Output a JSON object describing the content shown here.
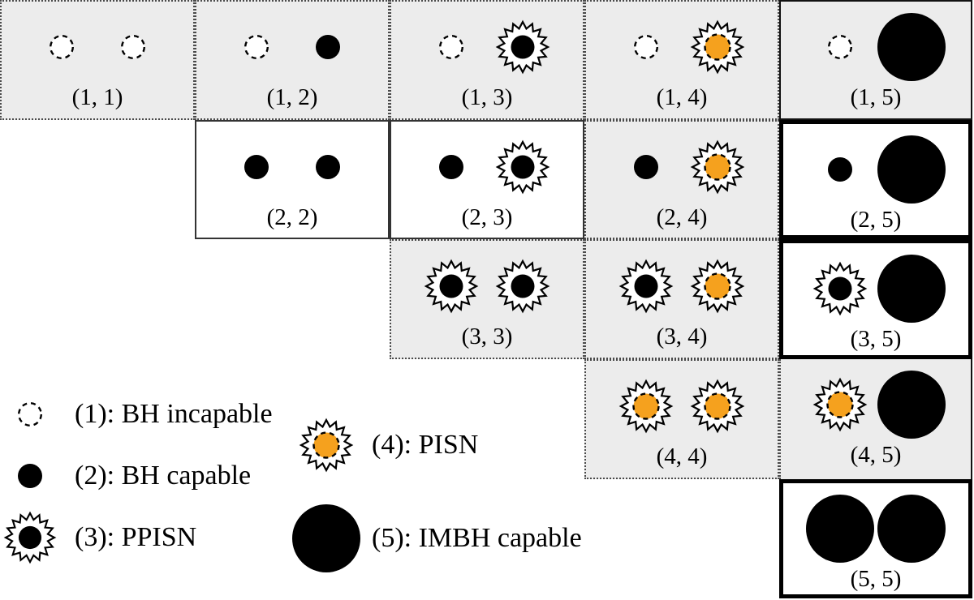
{
  "colors": {
    "cell_gray": "#ececec",
    "white": "#ffffff",
    "black": "#000000",
    "pisn_orange": "#f5a11e"
  },
  "symbols": {
    "bh_incapable": {
      "name": "bh-incapable-icon",
      "meaning": "(1): BH incapable",
      "shape": "dashed-circle"
    },
    "bh_capable": {
      "name": "bh-capable-icon",
      "meaning": "(2): BH capable",
      "shape": "small-black-circle"
    },
    "ppisn": {
      "name": "ppisn-icon",
      "meaning": "(3): PPISN",
      "shape": "starburst-black-core"
    },
    "pisn": {
      "name": "pisn-icon",
      "meaning": "(4): PISN",
      "shape": "starburst-orange-core"
    },
    "imbh": {
      "name": "imbh-icon",
      "meaning": "(5): IMBH capable",
      "shape": "large-black-circle"
    }
  },
  "matrix": {
    "rows": 5,
    "cols": 5,
    "cells": [
      {
        "label": "(1, 1)",
        "row": 1,
        "col": 1,
        "frame": "dotted",
        "symbols": [
          "bh_incapable",
          "bh_incapable"
        ]
      },
      {
        "label": "(1, 2)",
        "row": 1,
        "col": 2,
        "frame": "dotted",
        "symbols": [
          "bh_incapable",
          "bh_capable"
        ]
      },
      {
        "label": "(1, 3)",
        "row": 1,
        "col": 3,
        "frame": "dotted",
        "symbols": [
          "bh_incapable",
          "ppisn"
        ]
      },
      {
        "label": "(1, 4)",
        "row": 1,
        "col": 4,
        "frame": "dotted",
        "symbols": [
          "bh_incapable",
          "pisn"
        ]
      },
      {
        "label": "(1, 5)",
        "row": 1,
        "col": 5,
        "frame": "thin-gray",
        "symbols": [
          "bh_incapable",
          "imbh"
        ]
      },
      {
        "label": "(2, 2)",
        "row": 2,
        "col": 2,
        "frame": "thin",
        "symbols": [
          "bh_capable",
          "bh_capable"
        ]
      },
      {
        "label": "(2, 3)",
        "row": 2,
        "col": 3,
        "frame": "thin",
        "symbols": [
          "bh_capable",
          "ppisn"
        ]
      },
      {
        "label": "(2, 4)",
        "row": 2,
        "col": 4,
        "frame": "dotted",
        "symbols": [
          "bh_capable",
          "pisn"
        ]
      },
      {
        "label": "(2, 5)",
        "row": 2,
        "col": 5,
        "frame": "thick",
        "symbols": [
          "bh_capable",
          "imbh"
        ]
      },
      {
        "label": "(3, 3)",
        "row": 3,
        "col": 3,
        "frame": "dotted",
        "symbols": [
          "ppisn",
          "ppisn"
        ]
      },
      {
        "label": "(3, 4)",
        "row": 3,
        "col": 4,
        "frame": "dotted",
        "symbols": [
          "ppisn",
          "pisn"
        ]
      },
      {
        "label": "(3, 5)",
        "row": 3,
        "col": 5,
        "frame": "thick",
        "symbols": [
          "ppisn",
          "imbh"
        ]
      },
      {
        "label": "(4, 4)",
        "row": 4,
        "col": 4,
        "frame": "dotted",
        "symbols": [
          "pisn",
          "pisn"
        ]
      },
      {
        "label": "(4, 5)",
        "row": 4,
        "col": 5,
        "frame": "mixed",
        "symbols": [
          "pisn",
          "imbh"
        ]
      },
      {
        "label": "(5, 5)",
        "row": 5,
        "col": 5,
        "frame": "thick",
        "symbols": [
          "imbh",
          "imbh"
        ]
      }
    ]
  },
  "legend": {
    "items": [
      {
        "symbol": "bh_incapable",
        "label": "(1): BH incapable",
        "column": "left"
      },
      {
        "symbol": "bh_capable",
        "label": "(2): BH capable",
        "column": "left"
      },
      {
        "symbol": "ppisn",
        "label": "(3): PPISN",
        "column": "left"
      },
      {
        "symbol": "pisn",
        "label": "(4): PISN",
        "column": "right"
      },
      {
        "symbol": "imbh",
        "label": "(5): IMBH capable",
        "column": "right"
      }
    ]
  }
}
